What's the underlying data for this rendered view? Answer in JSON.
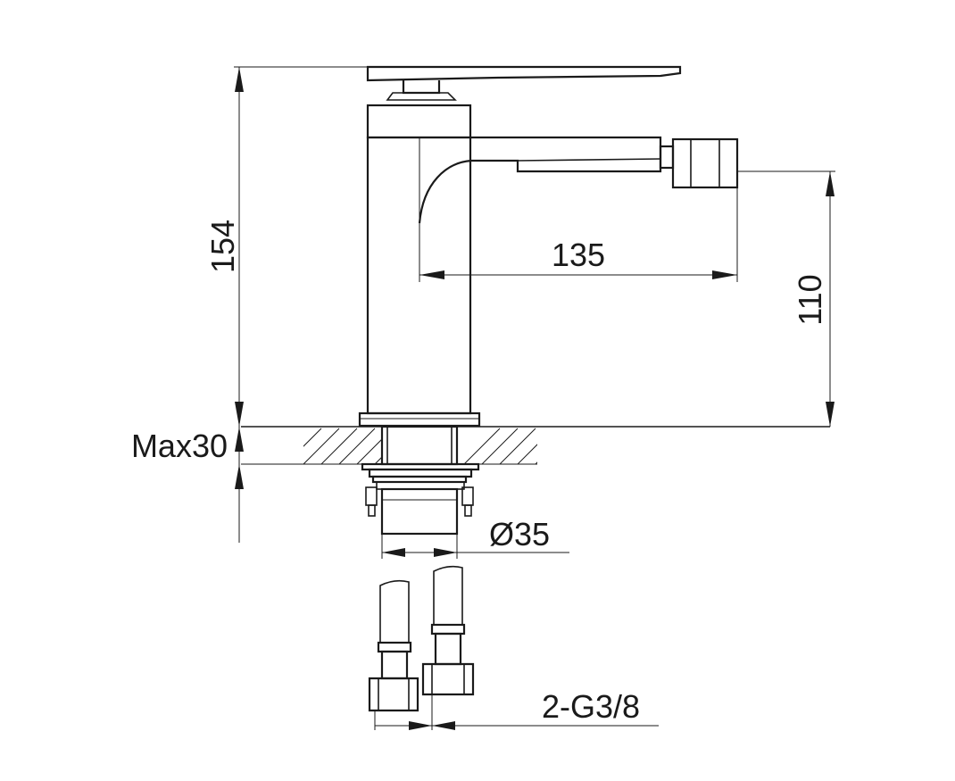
{
  "dimensions": {
    "total_height": "154",
    "spout_reach": "135",
    "spout_height": "110",
    "max_deck_thickness": "Max30",
    "shank_diameter": "Ø35",
    "hose_connection": "2-G3/8"
  }
}
